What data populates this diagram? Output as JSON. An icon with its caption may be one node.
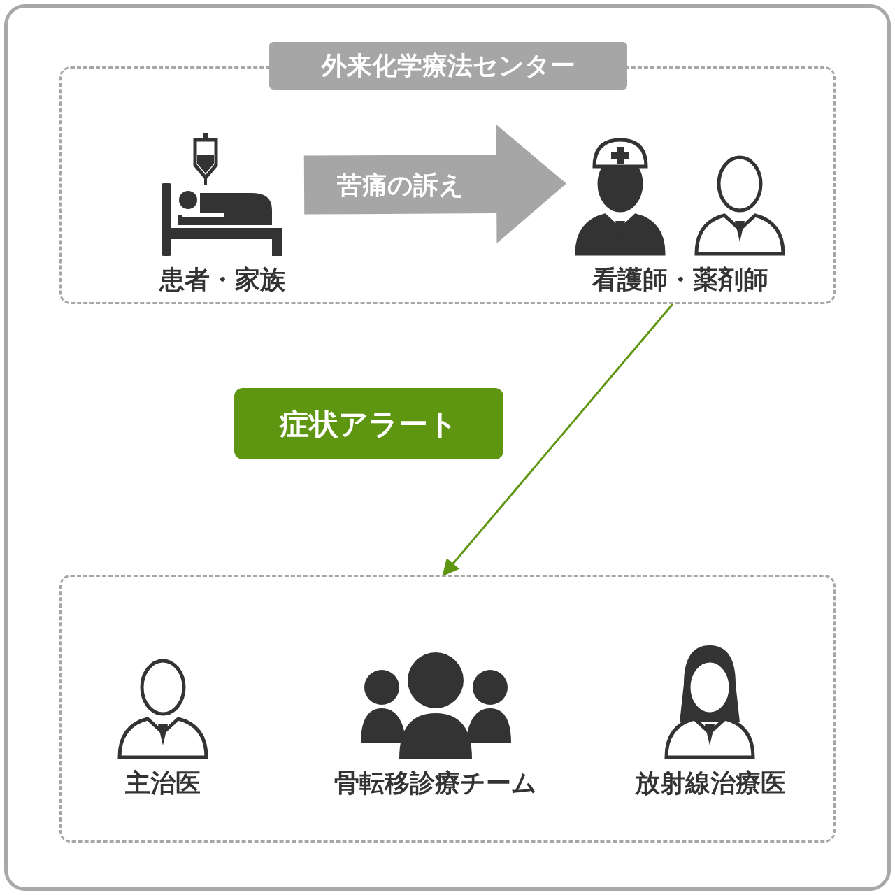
{
  "diagram": {
    "nodes": [
      {
        "text": [
          "外来化学療法センター"
        ]
      },
      {
        "text": [
          "患者・家族"
        ],
        "in": 0
      },
      {
        "text": [
          "看護師・薬剤師"
        ],
        "in": 0
      },
      {
        "text": [],
        "shape": "box"
      },
      {
        "text": [
          "主治医"
        ],
        "in": 3
      },
      {
        "text": [
          "骨転移診療チーム"
        ],
        "in": 3
      },
      {
        "text": [
          "放射線治療医"
        ],
        "in": 3
      }
    ],
    "edges": [
      {
        "from": 1,
        "to": 2,
        "arrow": "to",
        "label": "苦痛の訴え",
        "style": "thick",
        "color": "#a6a6a6"
      },
      {
        "from": 0,
        "to": 3,
        "arrow": "to",
        "label": "症状アラート",
        "color": "#5e9612"
      }
    ]
  }
}
